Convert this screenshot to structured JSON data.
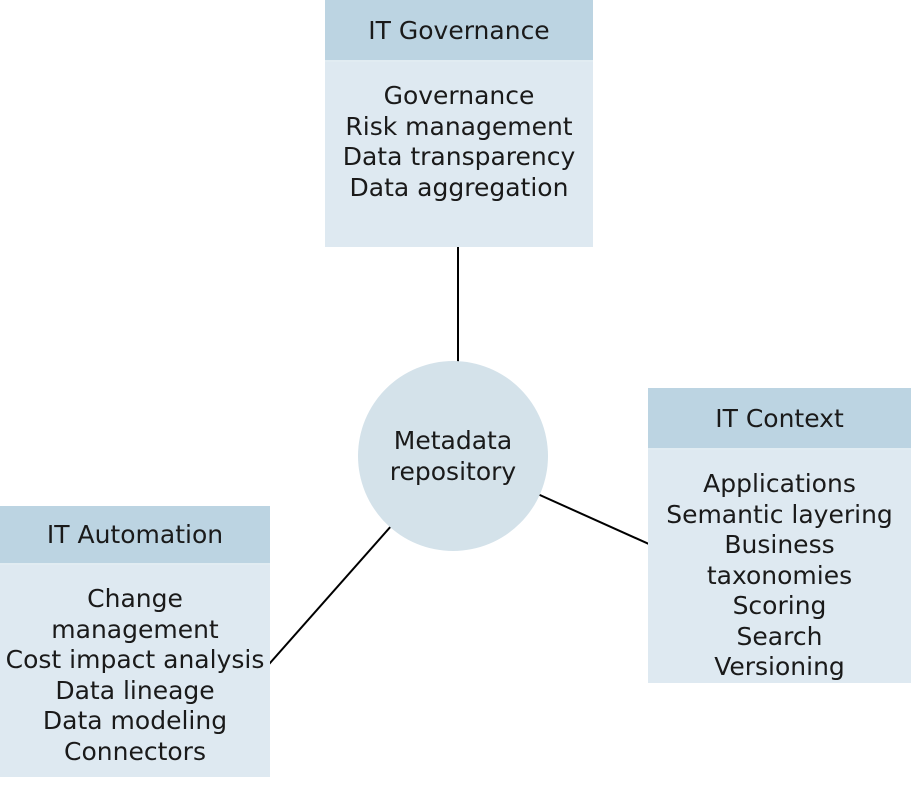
{
  "diagram": {
    "center": {
      "label": "Metadata repository"
    },
    "boxes": {
      "governance": {
        "title": "IT Governance",
        "items": [
          "Governance",
          "Risk management",
          "Data transparency",
          "Data aggregation"
        ]
      },
      "context": {
        "title": "IT Context",
        "items": [
          "Applications",
          "Semantic layering",
          "Business taxonomies",
          "Scoring",
          "Search",
          "Versioning"
        ]
      },
      "automation": {
        "title": "IT Automation",
        "items": [
          "Change management",
          "Cost impact analysis",
          "Data lineage",
          "Data modeling",
          "Connectors"
        ]
      }
    },
    "colors": {
      "box_header": "#bcd4e2",
      "box_body": "#dee9f1",
      "circle_fill": "#d4e2ea",
      "connector_line": "#000000",
      "text": "#1a1a1a",
      "background": "#ffffff"
    }
  }
}
